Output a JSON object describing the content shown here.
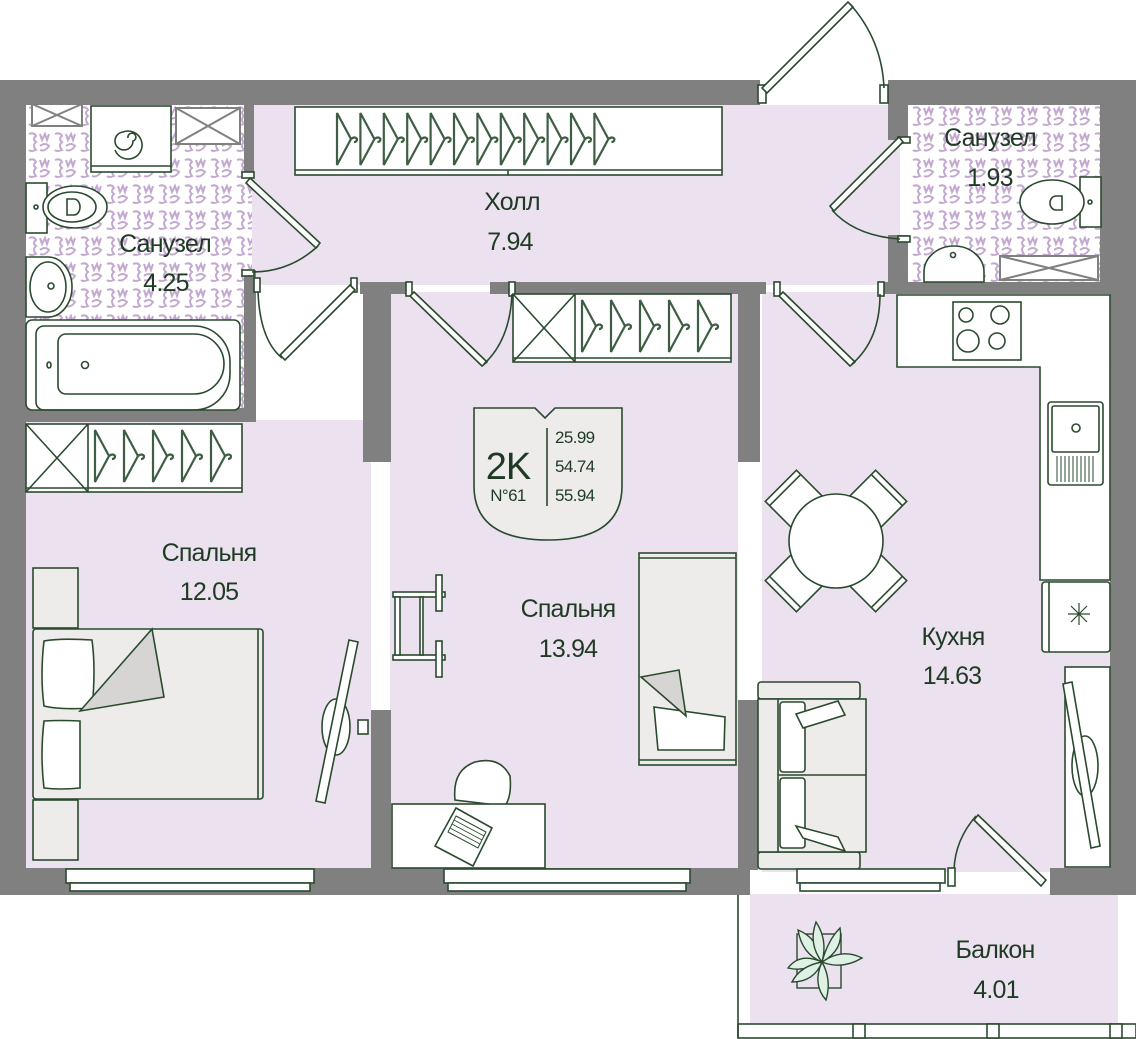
{
  "plan": {
    "type": "2K",
    "number": "N°61",
    "areas": {
      "living": "25.99",
      "total": "54.74",
      "total_with_balcony": "55.94"
    }
  },
  "rooms": [
    {
      "id": "bathroom-1",
      "name": "Санузел",
      "area": "4.25"
    },
    {
      "id": "hall",
      "name": "Холл",
      "area": "7.94"
    },
    {
      "id": "bathroom-2",
      "name": "Санузел",
      "area": "1.93"
    },
    {
      "id": "bedroom-1",
      "name": "Спальня",
      "area": "12.05"
    },
    {
      "id": "bedroom-2",
      "name": "Спальня",
      "area": "13.94"
    },
    {
      "id": "kitchen",
      "name": "Кухня",
      "area": "14.63"
    },
    {
      "id": "balcony",
      "name": "Балкон",
      "area": "4.01"
    }
  ],
  "colors": {
    "wall": "#808080",
    "floor": "#ece2ef",
    "text": "#1f3a24",
    "lines": "#2a4a2e",
    "tile_pattern": "#c3a9cf",
    "badge_bg": "#edecea"
  },
  "icons": [
    "wardrobe-hanger-icon",
    "bathtub-icon",
    "toilet-icon",
    "sink-icon",
    "washing-machine-icon",
    "cooktop-icon",
    "kitchen-sink-icon",
    "fridge-icon",
    "dining-table-icon",
    "bed-icon",
    "sofa-icon",
    "tv-icon",
    "desk-icon",
    "laptop-icon",
    "crib-icon",
    "plant-icon",
    "door-icon",
    "window-icon"
  ]
}
